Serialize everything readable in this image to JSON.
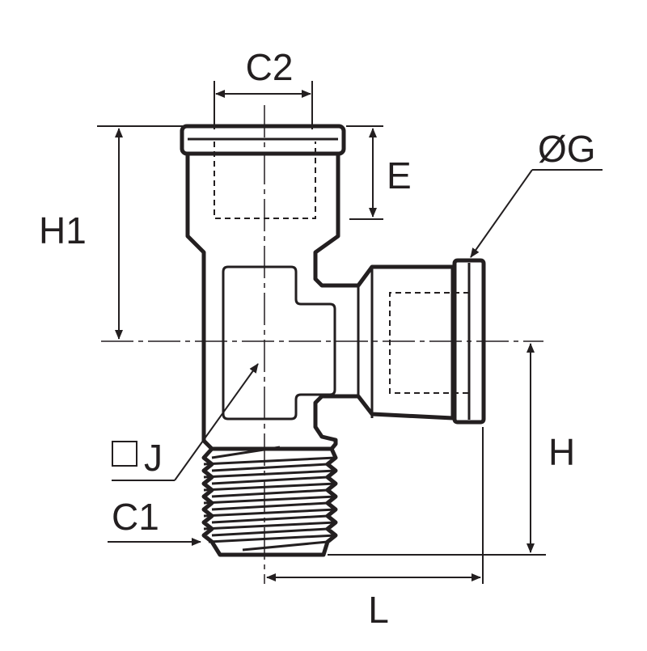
{
  "drawing": {
    "subject": "",
    "labels": {
      "c2": "C2",
      "e": "E",
      "g": "ØG",
      "h1": "H1",
      "h": "H",
      "j": "J",
      "c1": "C1",
      "l": "L"
    },
    "colors": {
      "line": "#231f20",
      "background": "#ffffff"
    },
    "icons": {
      "j_symbol": "square-icon"
    }
  }
}
